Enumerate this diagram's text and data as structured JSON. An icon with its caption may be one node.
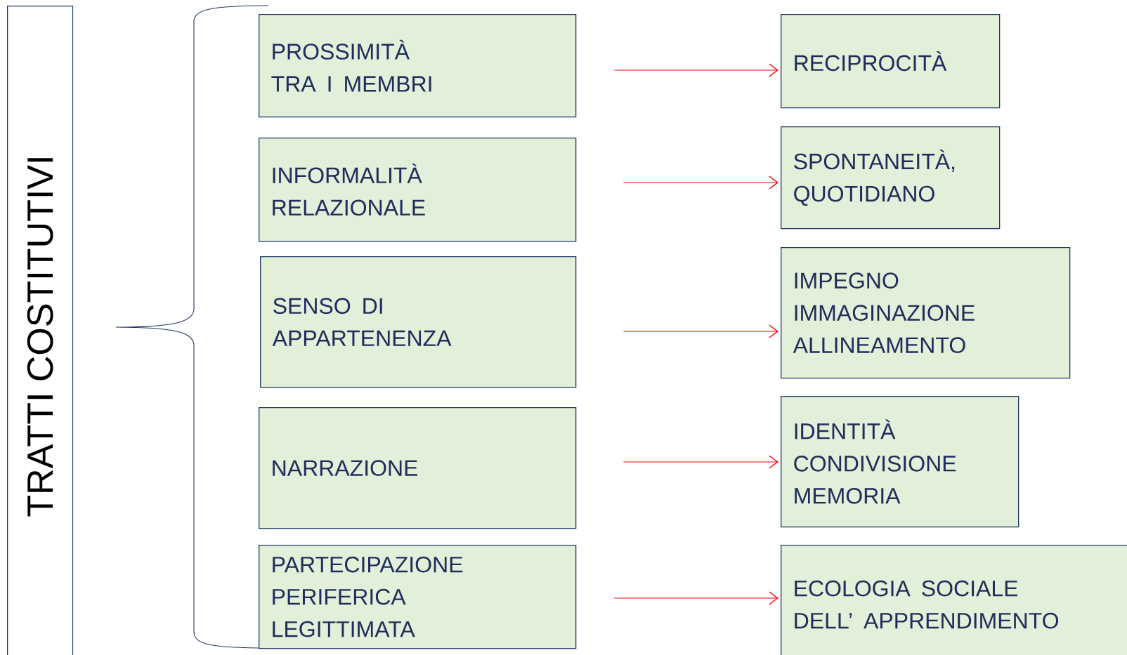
{
  "diagram": {
    "nodes": [
      {
        "text": [
          "TRATTI COSTITUTIVI"
        ]
      },
      {
        "text": [
          "PROSSIMITÀ TRA I MEMBRI"
        ]
      },
      {
        "text": [
          "INFORMALITÀ RELAZIONALE"
        ]
      },
      {
        "text": [
          "SENSO DI APPARTENENZA"
        ]
      },
      {
        "text": [
          "NARRAZIONE"
        ]
      },
      {
        "text": [
          "PARTECIPAZIONE PERIFERICA LEGITTIMATA"
        ]
      },
      {
        "text": [
          "RECIPROCITÀ"
        ]
      },
      {
        "text": [
          "SPONTANEITÀ, QUOTIDIANO"
        ]
      },
      {
        "text": [
          "IMPEGNO IMMAGINAZIONE ALLINEAMENTO"
        ]
      },
      {
        "text": [
          "IDENTITÀ CONDIVISIONE MEMORIA"
        ]
      },
      {
        "text": [
          "ECOLOGIA SOCIALE DELL’ APPRENDIMENTO"
        ]
      }
    ],
    "edges": [
      {
        "from": 1,
        "to": 6,
        "arrow": "to"
      },
      {
        "from": 2,
        "to": 7,
        "arrow": "to"
      },
      {
        "from": 3,
        "to": 8,
        "arrow": "to"
      },
      {
        "from": 4,
        "to": 9,
        "arrow": "to"
      },
      {
        "from": 5,
        "to": 10,
        "arrow": "to"
      }
    ]
  }
}
